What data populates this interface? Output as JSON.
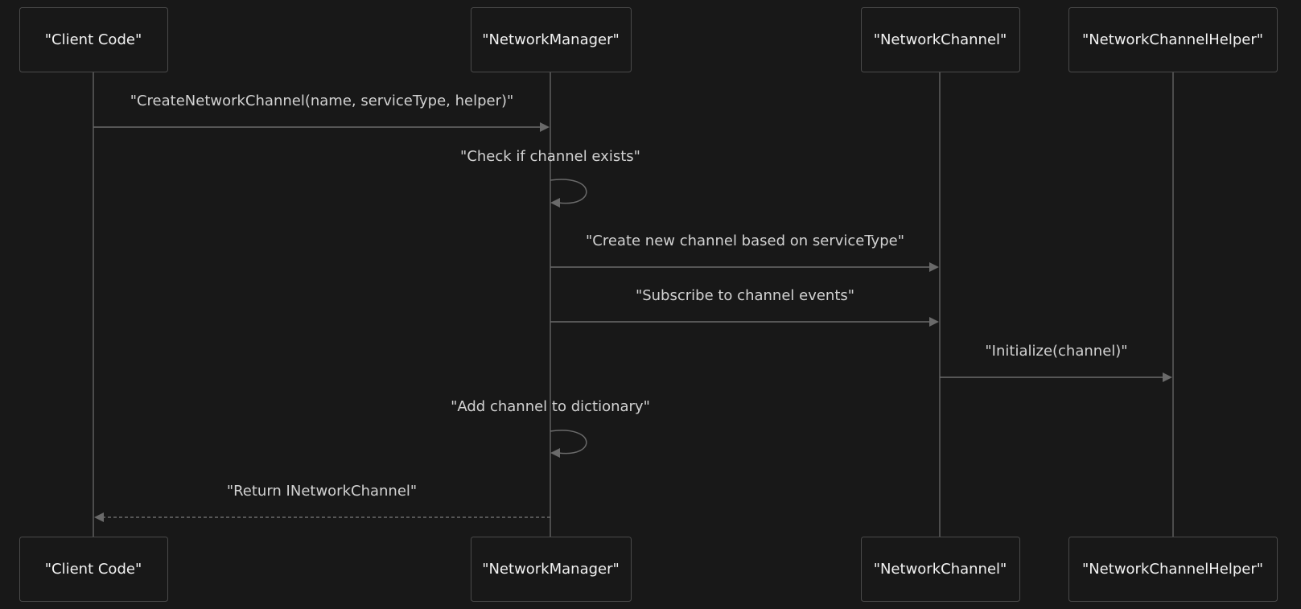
{
  "diagram": {
    "participants": [
      {
        "id": "client",
        "label": "\"Client Code\""
      },
      {
        "id": "manager",
        "label": "\"NetworkManager\""
      },
      {
        "id": "channel",
        "label": "\"NetworkChannel\""
      },
      {
        "id": "helper",
        "label": "\"NetworkChannelHelper\""
      }
    ],
    "messages": [
      {
        "from": "client",
        "to": "manager",
        "label": "\"CreateNetworkChannel(name, serviceType, helper)\"",
        "style": "solid"
      },
      {
        "from": "manager",
        "to": "manager",
        "label": "\"Check if channel exists\"",
        "style": "solid"
      },
      {
        "from": "manager",
        "to": "channel",
        "label": "\"Create new channel based on serviceType\"",
        "style": "solid"
      },
      {
        "from": "manager",
        "to": "channel",
        "label": "\"Subscribe to channel events\"",
        "style": "solid"
      },
      {
        "from": "channel",
        "to": "helper",
        "label": "\"Initialize(channel)\"",
        "style": "solid"
      },
      {
        "from": "manager",
        "to": "manager",
        "label": "\"Add channel to dictionary\"",
        "style": "solid"
      },
      {
        "from": "manager",
        "to": "client",
        "label": "\"Return INetworkChannel\"",
        "style": "dashed"
      }
    ],
    "colors": {
      "background": "#181818",
      "box_border": "#4a4a4a",
      "line": "#6a6a6a",
      "text": "#f2f2f2"
    }
  }
}
